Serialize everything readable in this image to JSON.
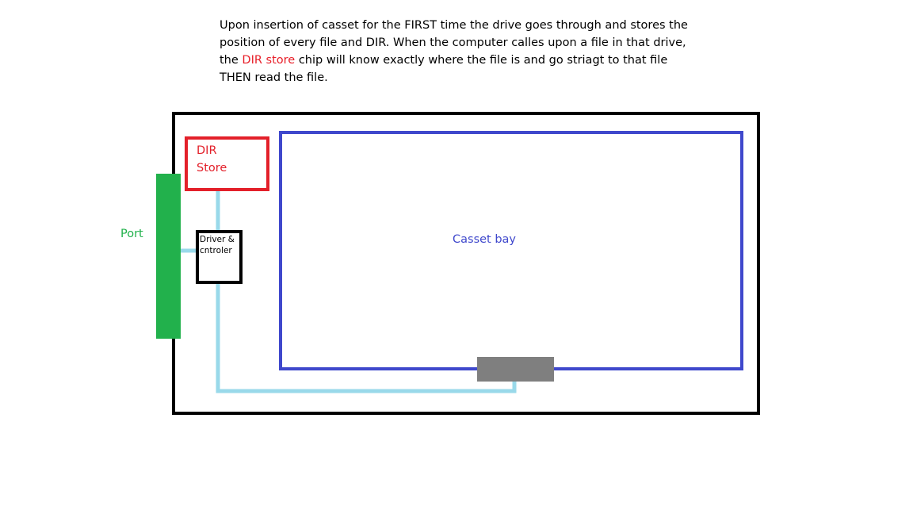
{
  "description": {
    "line1": "Upon insertion of casset for the FIRST time the drive goes through and stores the",
    "line2": "position of every file and DIR. When the computer calles upon a file in that drive,",
    "line3_pre": "the ",
    "line3_highlight": "DIR store",
    "line3_post": " chip will know exactly where the file is and go striagt to that file",
    "line4": "THEN read the file."
  },
  "labels": {
    "dir_store_line1": "DIR",
    "dir_store_line2": "Store",
    "driver_line1": "Driver &",
    "driver_line2": "cntroler",
    "port": "Port",
    "casset_bay": "Casset bay"
  },
  "colors": {
    "dir_store": "#e3202a",
    "casset_bay": "#3f48cc",
    "port": "#22b14c",
    "wire": "#99d9ea",
    "read_head": "#7f7f7f",
    "outline": "#000000"
  }
}
